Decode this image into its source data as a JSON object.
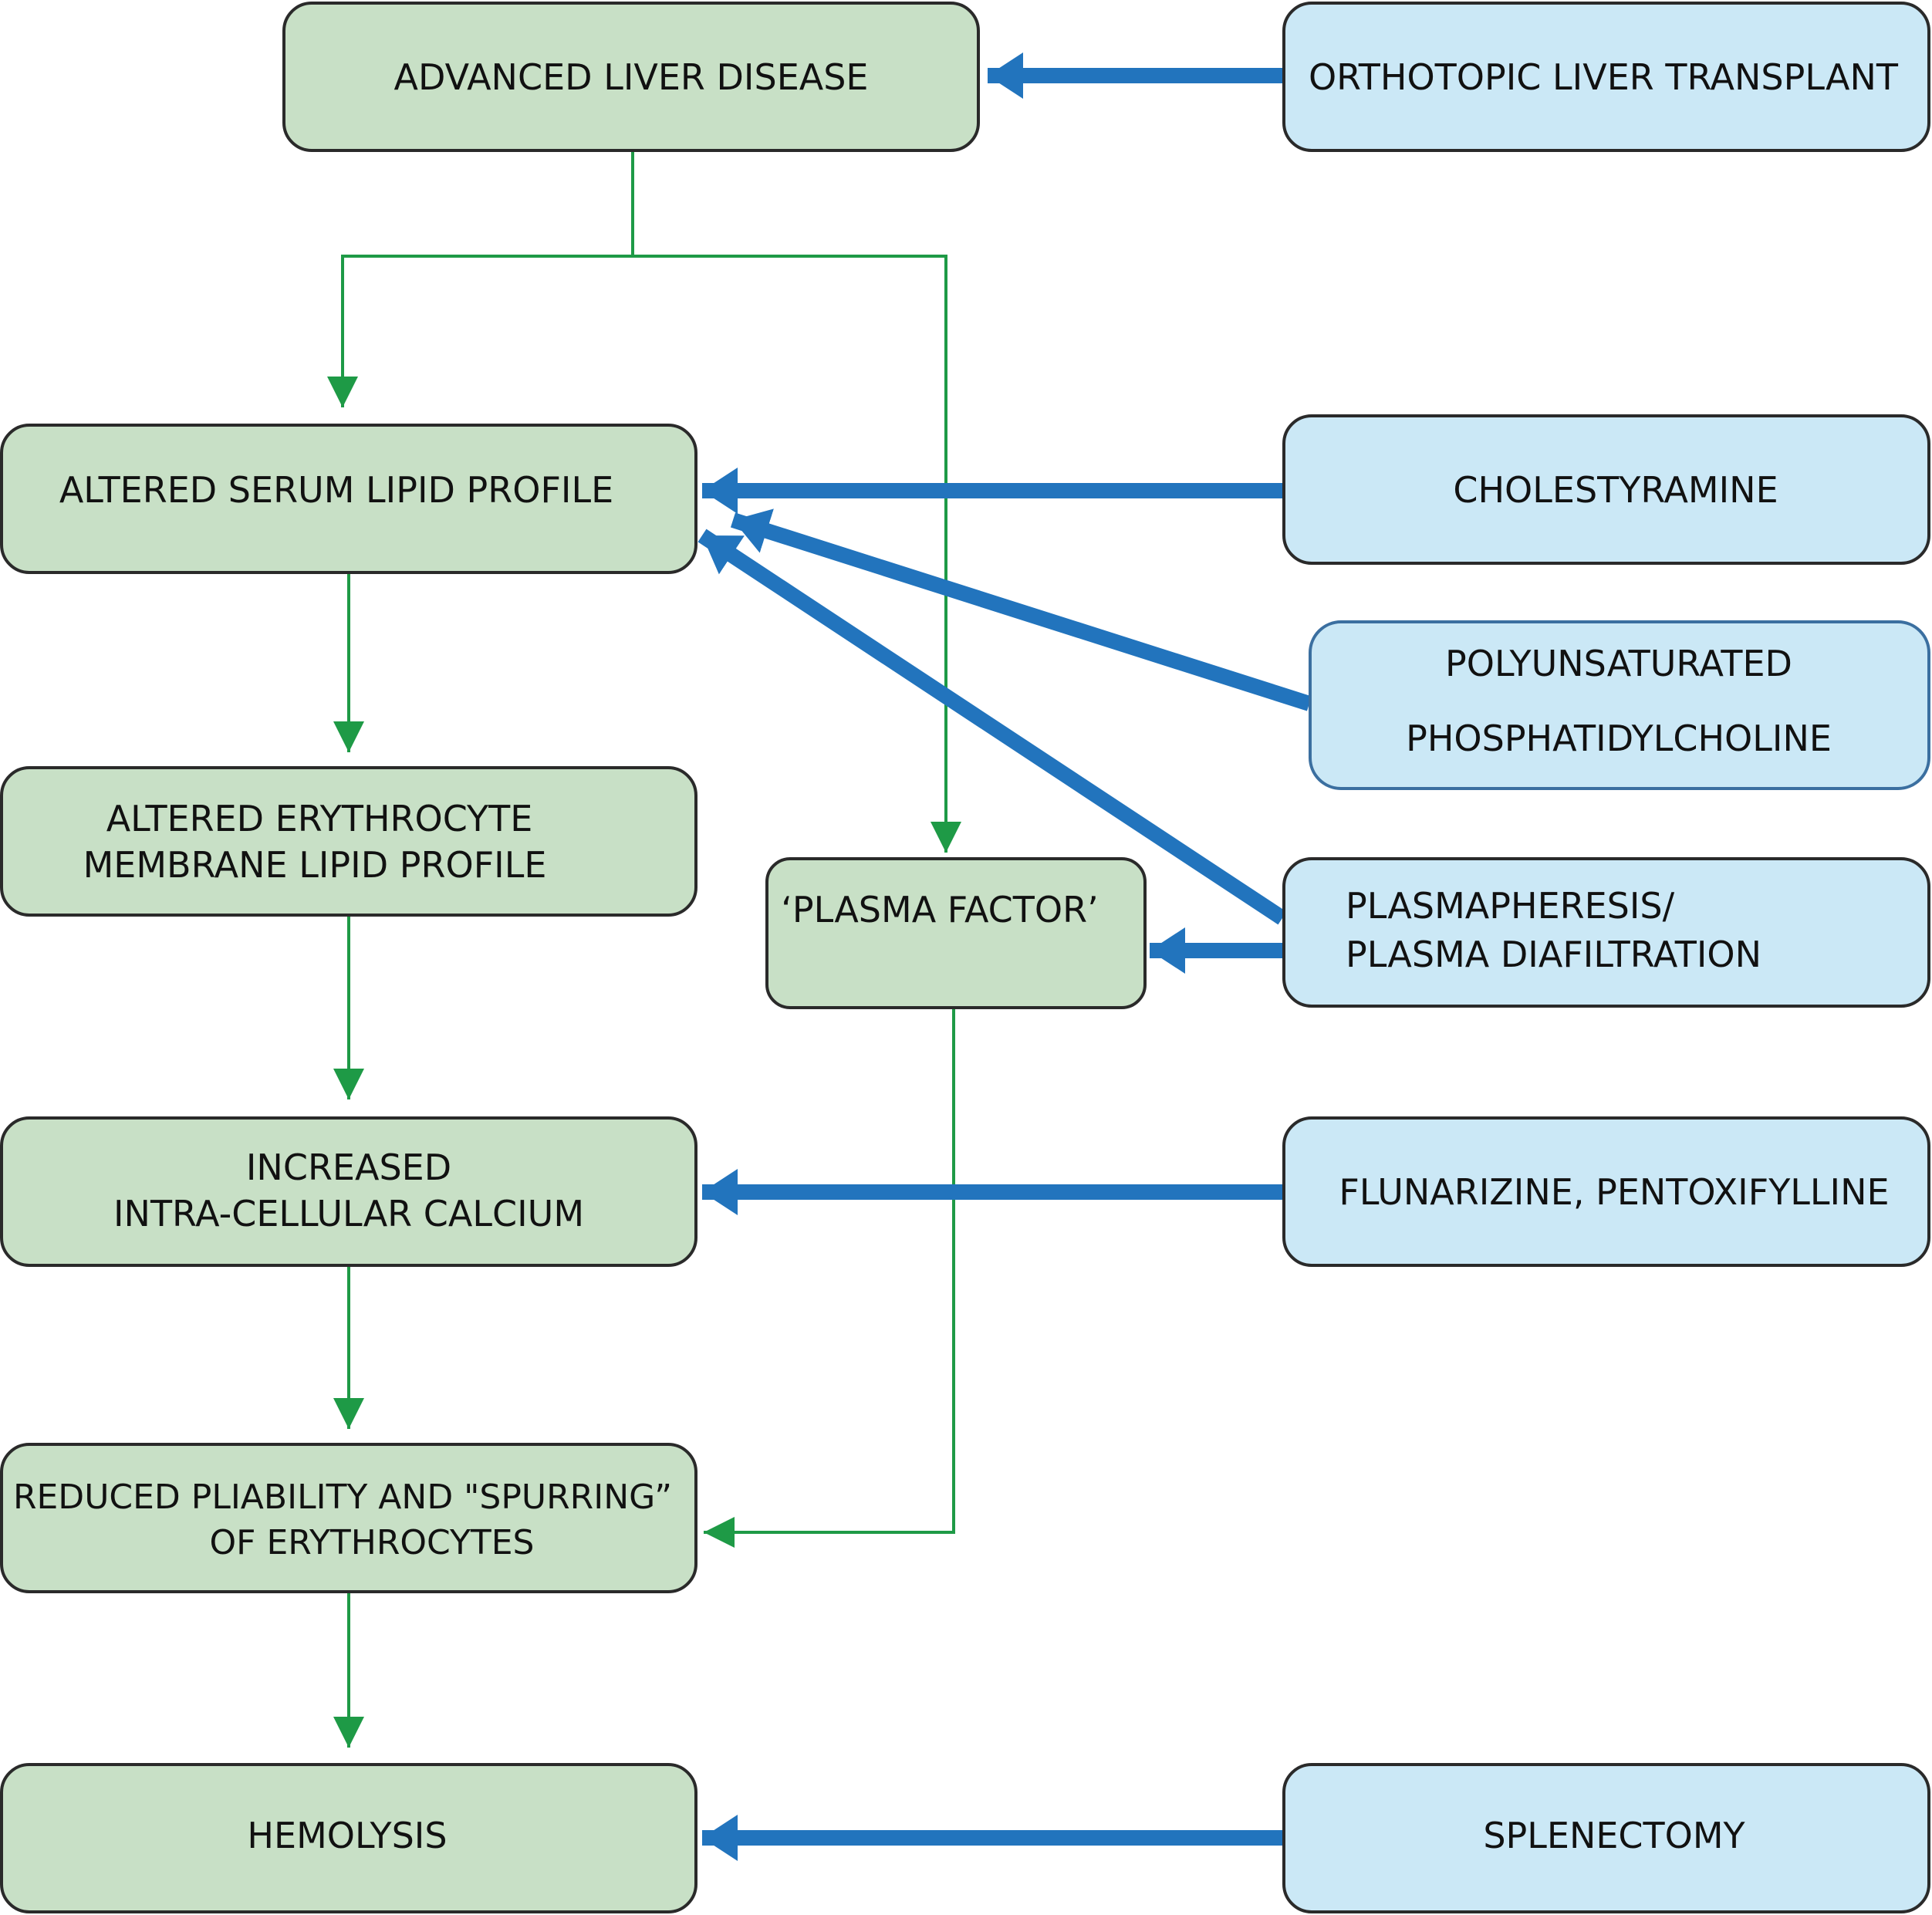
{
  "colors": {
    "pathway_fill": "#c8e0c6",
    "therapy_fill": "#cbe8f6",
    "box_stroke": "#2a2a2a",
    "therapy_alt_stroke": "#3b6fa0",
    "green_connector": "#1e9a46",
    "blue_arrow": "#2274bd"
  },
  "pathway": {
    "advanced_liver_disease": "ADVANCED LIVER DISEASE",
    "altered_serum_lipid_profile": "ALTERED SERUM LIPID PROFILE",
    "altered_erythrocyte_line1": "ALTERED ERYTHROCYTE",
    "altered_erythrocyte_line2": "MEMBRANE LIPID PROFILE",
    "plasma_factor": "‘PLASMA FACTOR’",
    "increased_calcium_line1": "INCREASED",
    "increased_calcium_line2": "INTRA-CELLULAR CALCIUM",
    "reduced_pliability_line1": "REDUCED PLIABILITY AND \"SPURRING”",
    "reduced_pliability_line2": "OF ERYTHROCYTES",
    "hemolysis": "HEMOLYSIS"
  },
  "therapies": {
    "orthotopic_liver_transplant": "ORTHOTOPIC LIVER TRANSPLANT",
    "cholestyramine": "CHOLESTYRAMINE",
    "polyunsaturated_line1": "POLYUNSATURATED",
    "polyunsaturated_line2": "PHOSPHATIDYLCHOLINE",
    "plasmapheresis_line1": "PLASMAPHERESIS/",
    "plasmapheresis_line2": "PLASMA  DIAFILTRATION",
    "flunarizine_pentoxifylline": "FLUNARIZINE, PENTOXIFYLLINE",
    "splenectomy": "SPLENECTOMY"
  }
}
